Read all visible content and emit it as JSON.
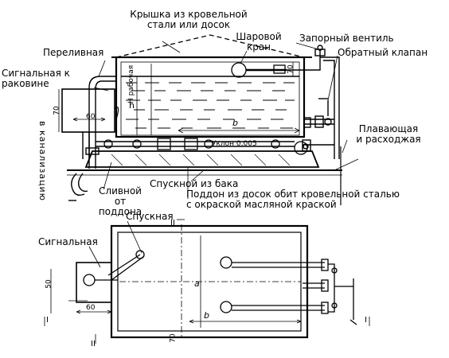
{
  "labels": {
    "lid": "Крышка из кровельной стали или досок",
    "overflow": "Переливная",
    "signal_to_sink": "Сигнальная к раковине",
    "ball_valve": "Шаровой кран",
    "shutoff_valve": "Запорный вентиль",
    "check_valve": "Обратный клапан",
    "floating_consumable": "Плавающая и расходжая",
    "to_sewer": "в канализацию",
    "drain_from_pan": "Сливной от поддона",
    "tank_drain": "Спускной из бака",
    "pan_note": "Поддон из досок обит кровельной сталью с окраской масляной краской",
    "plan_drain": "Спускная",
    "plan_signal": "Сигнальная"
  },
  "dimensions": {
    "d70_top": "70",
    "d70_box": "70",
    "d60": "60",
    "h_side": "h",
    "h_operating": "Н рабочая",
    "b_top": "b",
    "slope": "Уклон 0,005",
    "d50": "50",
    "d60_plan": "60",
    "a_plan": "а",
    "b_plan": "b",
    "d70_plan": "70",
    "sec_I_left": "I",
    "sec_I_right": "I",
    "sec_II_top": "II",
    "sec_II_bottom": "II"
  }
}
